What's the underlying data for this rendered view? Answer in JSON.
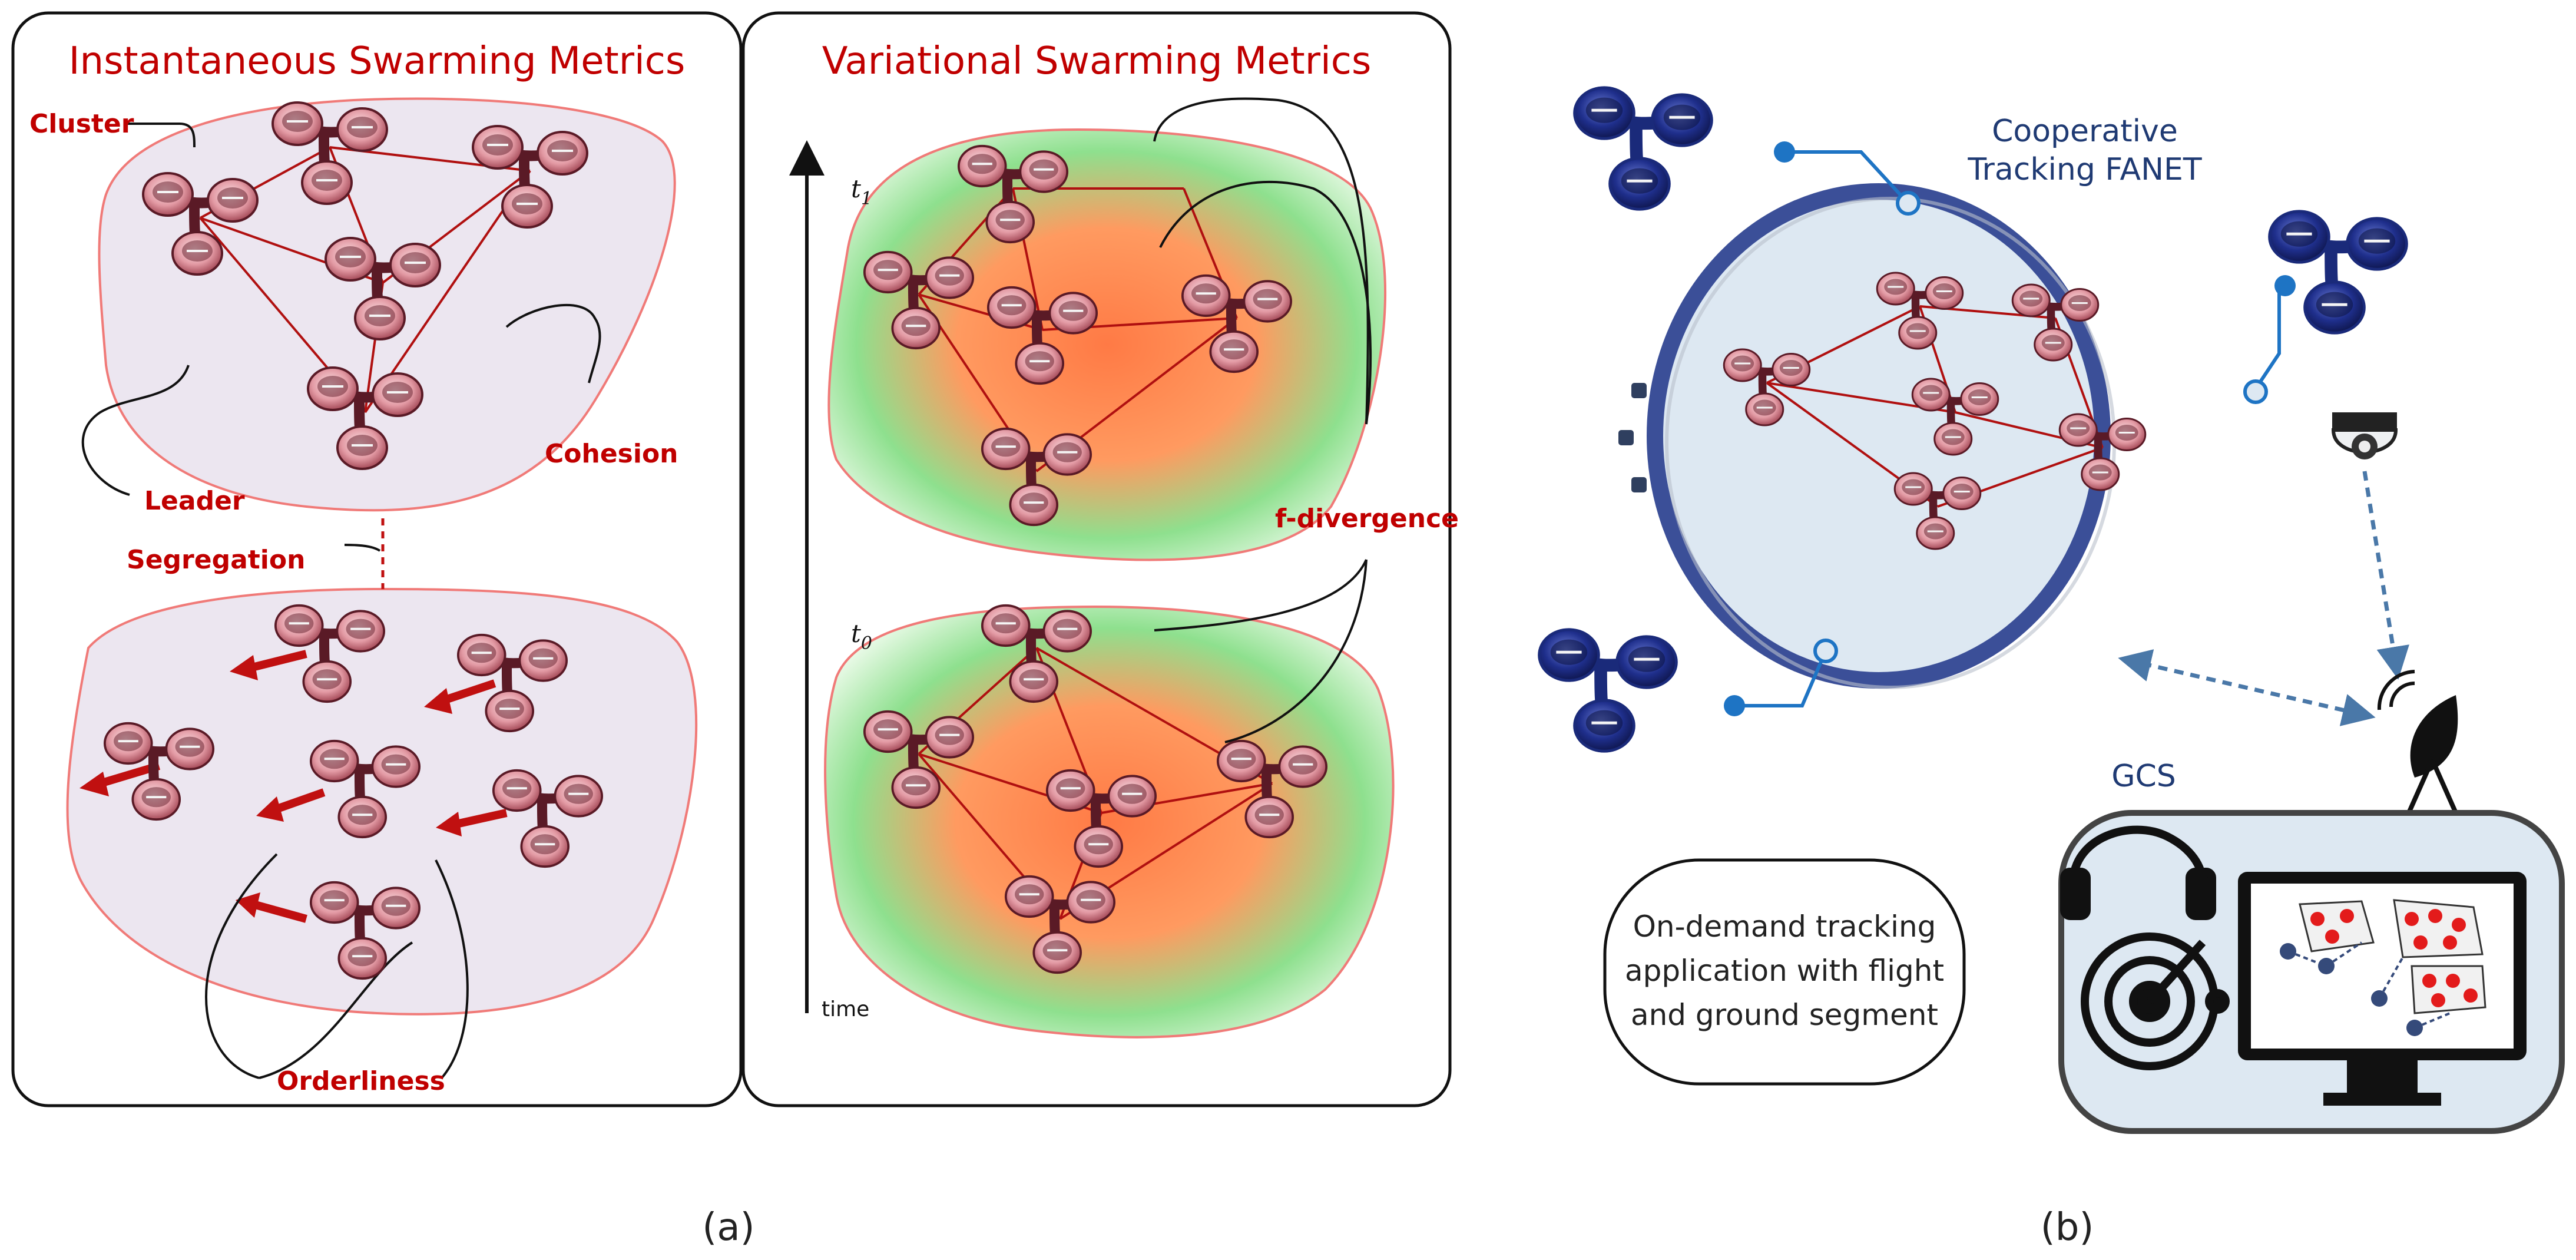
{
  "panel_a": {
    "left_title": "Instantaneous Swarming Metrics",
    "right_title": "Variational Swarming Metrics",
    "labels": {
      "cluster": "Cluster",
      "leader": "Leader",
      "cohesion": "Cohesion",
      "segregation": "Segregation",
      "orderliness": "Orderliness",
      "f_divergence": "f-divergence",
      "t1": "t",
      "t1_sub": "1",
      "t0": "t",
      "t0_sub": "0",
      "time": "time"
    },
    "caption": "(a)"
  },
  "panel_b": {
    "network_title_1": "Cooperative",
    "network_title_2": "Tracking FANET",
    "gcs": "GCS",
    "app_text_1": "On-demand tracking",
    "app_text_2": "application with flight",
    "app_text_3": "and ground segment",
    "caption": "(b)"
  },
  "colors": {
    "title_red": "#c00000",
    "drone_pink": "#e39aa4",
    "drone_dark": "#5a1a26",
    "drone_blue": "#1f2f8c",
    "network_ring": "#3b4f98",
    "network_fill": "#dde8f2",
    "connector_blue": "#1e74c4"
  }
}
